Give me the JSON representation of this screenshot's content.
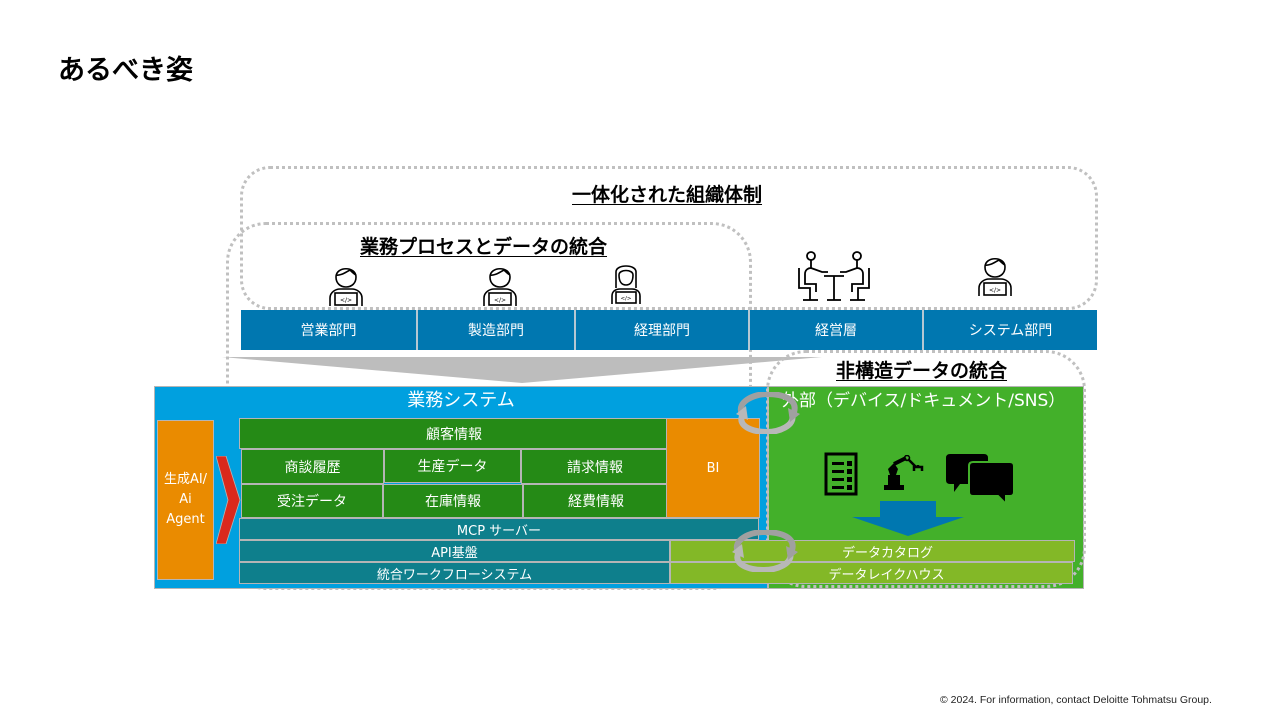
{
  "page": {
    "title": "あるべき姿",
    "footer": "© 2024. For information, contact Deloitte Tohmatsu Group."
  },
  "sections": {
    "organization": {
      "heading": "一体化された組織体制"
    },
    "process_data": {
      "heading": "業務プロセスとデータの統合"
    },
    "unstructured": {
      "heading": "非構造データの統合"
    }
  },
  "departments": [
    {
      "label": "営業部門",
      "icon": "person-laptop-icon"
    },
    {
      "label": "製造部門",
      "icon": "person-laptop-icon"
    },
    {
      "label": "経理部門",
      "icon": "woman-laptop-icon"
    },
    {
      "label": "経営層",
      "icon": "meeting-table-icon"
    },
    {
      "label": "システム部門",
      "icon": "person-laptop-icon"
    }
  ],
  "business_system": {
    "title": "業務システム",
    "ai_agent": "生成AI/\nAi Agent",
    "customer_info": "顧客情報",
    "grid": [
      [
        "商談履歴",
        "生産データ",
        "請求情報"
      ],
      [
        "受注データ",
        "在庫情報",
        "経費情報"
      ]
    ],
    "bi": "BI",
    "mcp": "MCP サーバー",
    "api": "API基盤",
    "workflow": "統合ワークフローシステム"
  },
  "external": {
    "title": "外部（デバイス/ドキュメント/SNS）",
    "icons": [
      "document-list-icon",
      "robot-arm-icon",
      "chat-bubbles-icon"
    ],
    "data_catalog": "データカタログ",
    "data_lakehouse": "データレイクハウス"
  },
  "colors": {
    "dept_blue": "#0077b0",
    "system_blue": "#00a0df",
    "external_green": "#43b02a",
    "data_green": "#258a16",
    "teal": "#0e7f8c",
    "lime": "#83b827",
    "orange": "#ea8b00",
    "red_arrow": "#da291c"
  }
}
